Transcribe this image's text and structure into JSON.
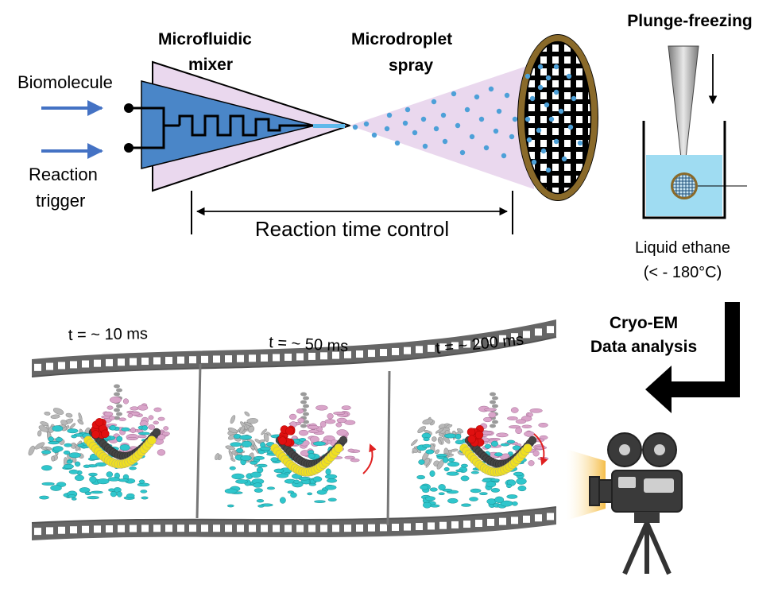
{
  "inputs": {
    "biomolecule": "Biomolecule",
    "reaction_trigger_line1": "Reaction",
    "reaction_trigger_line2": "trigger"
  },
  "mixer": {
    "label_line1": "Microfluidic",
    "label_line2": "mixer"
  },
  "spray": {
    "label_line1": "Microdroplet",
    "label_line2": "spray"
  },
  "timeline": {
    "label": "Reaction time control"
  },
  "freezing": {
    "title": "Plunge-freezing",
    "ethane_line1": "Liquid ethane",
    "ethane_line2": "(< - 180°C)"
  },
  "analysis": {
    "line1": "Cryo-EM",
    "line2": "Data analysis"
  },
  "film_frames": [
    {
      "time_label": "t =  ~ 10 ms"
    },
    {
      "time_label": "t =  ~ 50 ms"
    },
    {
      "time_label": "t = ~ 200 ms"
    }
  ],
  "colors": {
    "mixer_blue": "#4a86c8",
    "spray_pink": "#ead8ee",
    "grid_ring": "#8a6a2a",
    "droplet": "#4da0d8",
    "ethane": "#9fdcf2",
    "protein_cyan": "#2fc6cc",
    "protein_pink": "#d9a4c9",
    "protein_gray": "#b8b8b8",
    "dna_yellow": "#f0e020",
    "dna_dark": "#444444",
    "ligand_red": "#e01010",
    "arrow_red": "#e02020",
    "input_arrow": "#4472c4"
  }
}
